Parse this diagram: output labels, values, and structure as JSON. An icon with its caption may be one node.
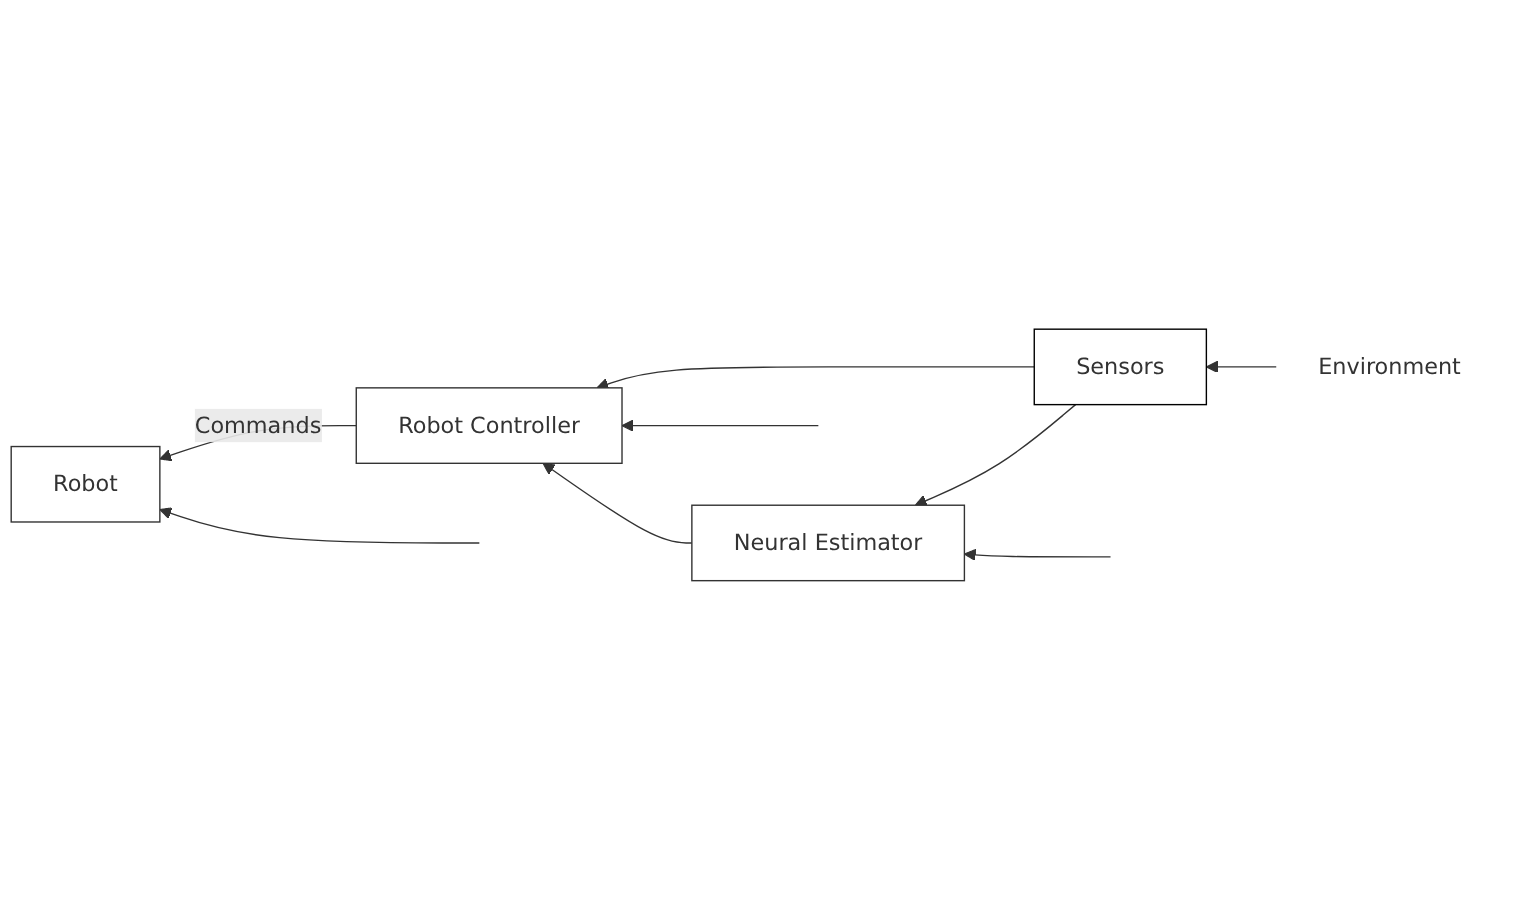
{
  "diagram": {
    "nodes": [
      {
        "text": [
          "Robot"
        ]
      },
      {
        "text": [
          "Robot Controller"
        ]
      },
      {
        "text": [
          "Neural Estimator"
        ]
      },
      {
        "text": [
          "Sensors"
        ]
      },
      {
        "text": [
          "Environment"
        ]
      }
    ],
    "edges": [
      {
        "from": 1,
        "to": 0,
        "arrow": "to",
        "label": "Commands"
      },
      {
        "from": null,
        "to": 0,
        "arrow": "to"
      },
      {
        "from": null,
        "to": 1,
        "arrow": "to"
      },
      {
        "from": null,
        "to": 2,
        "arrow": "to"
      },
      {
        "from": 3,
        "to": 1,
        "arrow": "to"
      },
      {
        "from": 3,
        "to": 2,
        "arrow": "to"
      },
      {
        "from": 2,
        "to": 1,
        "arrow": "to"
      },
      {
        "from": 4,
        "to": 3,
        "arrow": "to"
      }
    ]
  }
}
